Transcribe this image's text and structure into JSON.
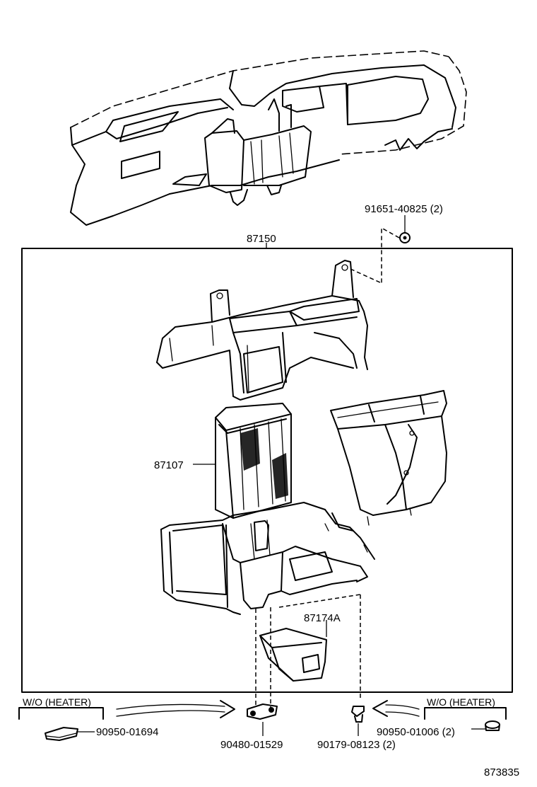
{
  "parts": {
    "assembly": "87150",
    "clip_top": "91651-40825 (2)",
    "core": "87107",
    "drain": "87174A",
    "plug_left": "90950-01694",
    "clamp": "90480-01529",
    "grommet": "90179-08123 (2)",
    "plug_right": "90950-01006 (2)"
  },
  "notes": {
    "left_variant": "W/O (HEATER)",
    "right_variant": "W/O (HEATER)"
  },
  "figure_number": "873835"
}
